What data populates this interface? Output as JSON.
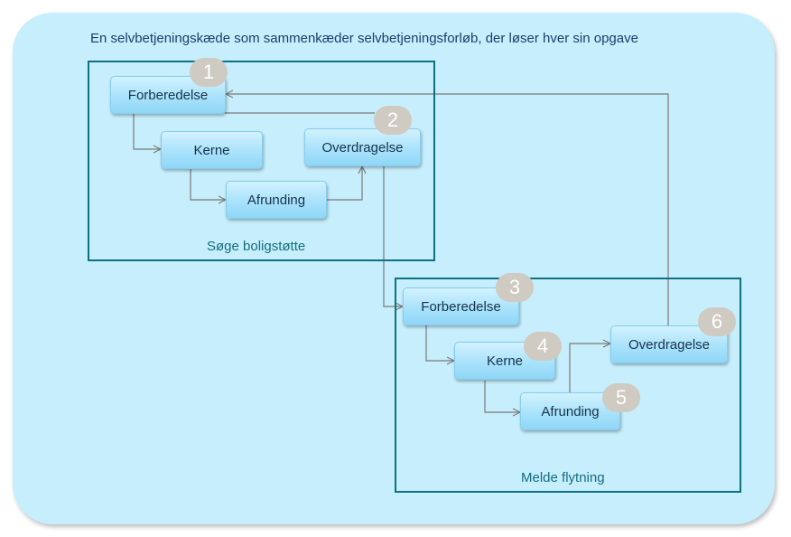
{
  "diagram": {
    "title": "En selvbetjeningskæde som sammenkæder selvbetjeningsforløb, der løser hver sin opgave",
    "groups": [
      {
        "label": "Søge boligstøtte",
        "steps": [
          {
            "label": "Forberedelse",
            "number": "1"
          },
          {
            "label": "Kerne"
          },
          {
            "label": "Afrunding"
          },
          {
            "label": "Overdragelse",
            "number": "2"
          }
        ]
      },
      {
        "label": "Melde flytning",
        "steps": [
          {
            "label": "Forberedelse",
            "number": "3"
          },
          {
            "label": "Kerne",
            "number": "4"
          },
          {
            "label": "Afrunding",
            "number": "5"
          },
          {
            "label": "Overdragelse",
            "number": "6"
          }
        ]
      }
    ]
  },
  "colors": {
    "panel": "#c6eefc",
    "group_border": "#0e7080",
    "node_fill": "#a9e2fb",
    "badge": "#cfcac2",
    "connector": "#7a7a7a"
  }
}
